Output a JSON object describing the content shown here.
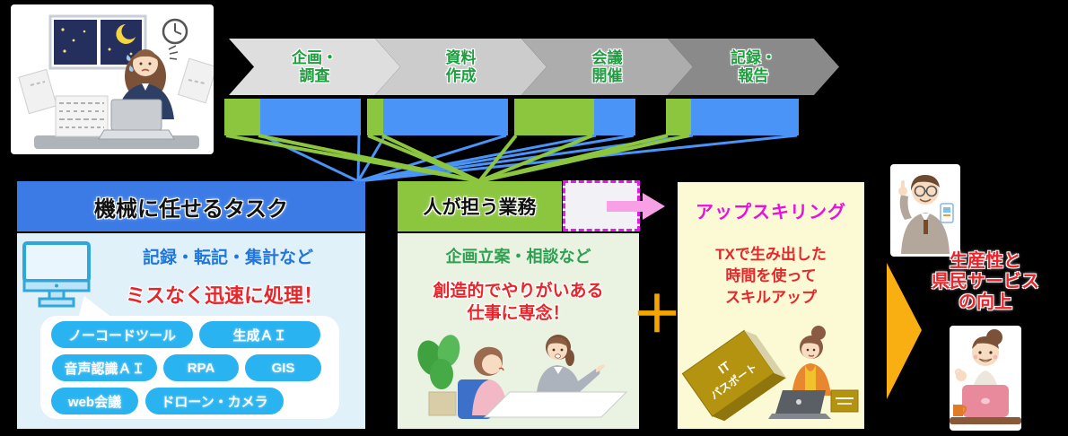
{
  "flow": {
    "stages": [
      {
        "line1": "企画・",
        "line2": "調査"
      },
      {
        "line1": "資料",
        "line2": "作成"
      },
      {
        "line1": "会議",
        "line2": "開催"
      },
      {
        "line1": "記録・",
        "line2": "報告"
      }
    ]
  },
  "machine_box": {
    "title": "機械に任せるタスク",
    "subtitle": "記録・転記・集計など",
    "highlight": "ミスなく迅速に処理！",
    "tools": [
      "ノーコードツール",
      "生成ＡＩ",
      "音声認識ＡＩ",
      "RPA",
      "GIS",
      "web会議",
      "ドローン・カメラ"
    ]
  },
  "human_box": {
    "title": "人が担う業務",
    "subtitle": "企画立案・相談など",
    "highlight_line1": "創造的でやりがいある",
    "highlight_line2": "仕事に専念！"
  },
  "upskill_box": {
    "title": "アップスキリング",
    "body_line1": "TXで生み出した",
    "body_line2": "時間を使って",
    "body_line3": "スキルアップ",
    "book_line1": "IT",
    "book_line2": "パスポート"
  },
  "outcome": {
    "line1": "生産性と",
    "line2": "県民サービス",
    "line3": "の向上"
  },
  "plus": "＋",
  "colors": {
    "bar_green": "#8CC63F",
    "bar_blue": "#4A94F8",
    "machine_header_blue": "#3C7BE6",
    "machine_body_blue": "#E0F1FA",
    "tool_pill_cyan": "#29B3F0",
    "human_header_green": "#8CC63F",
    "human_body_green": "#EAF3E2",
    "upskill_bg_yellow": "#FCFAD4",
    "upskill_title_magenta": "#EA0EE0",
    "accent_red": "#E8252A",
    "accent_green_text": "#2EA052",
    "accent_blue_text": "#2176D9",
    "dashed_border_magenta": "#E916E9",
    "arrow_pink": "#F8A0E6",
    "plus_orange": "#F5A500",
    "result_arrow_orange": "#F9AE12"
  }
}
